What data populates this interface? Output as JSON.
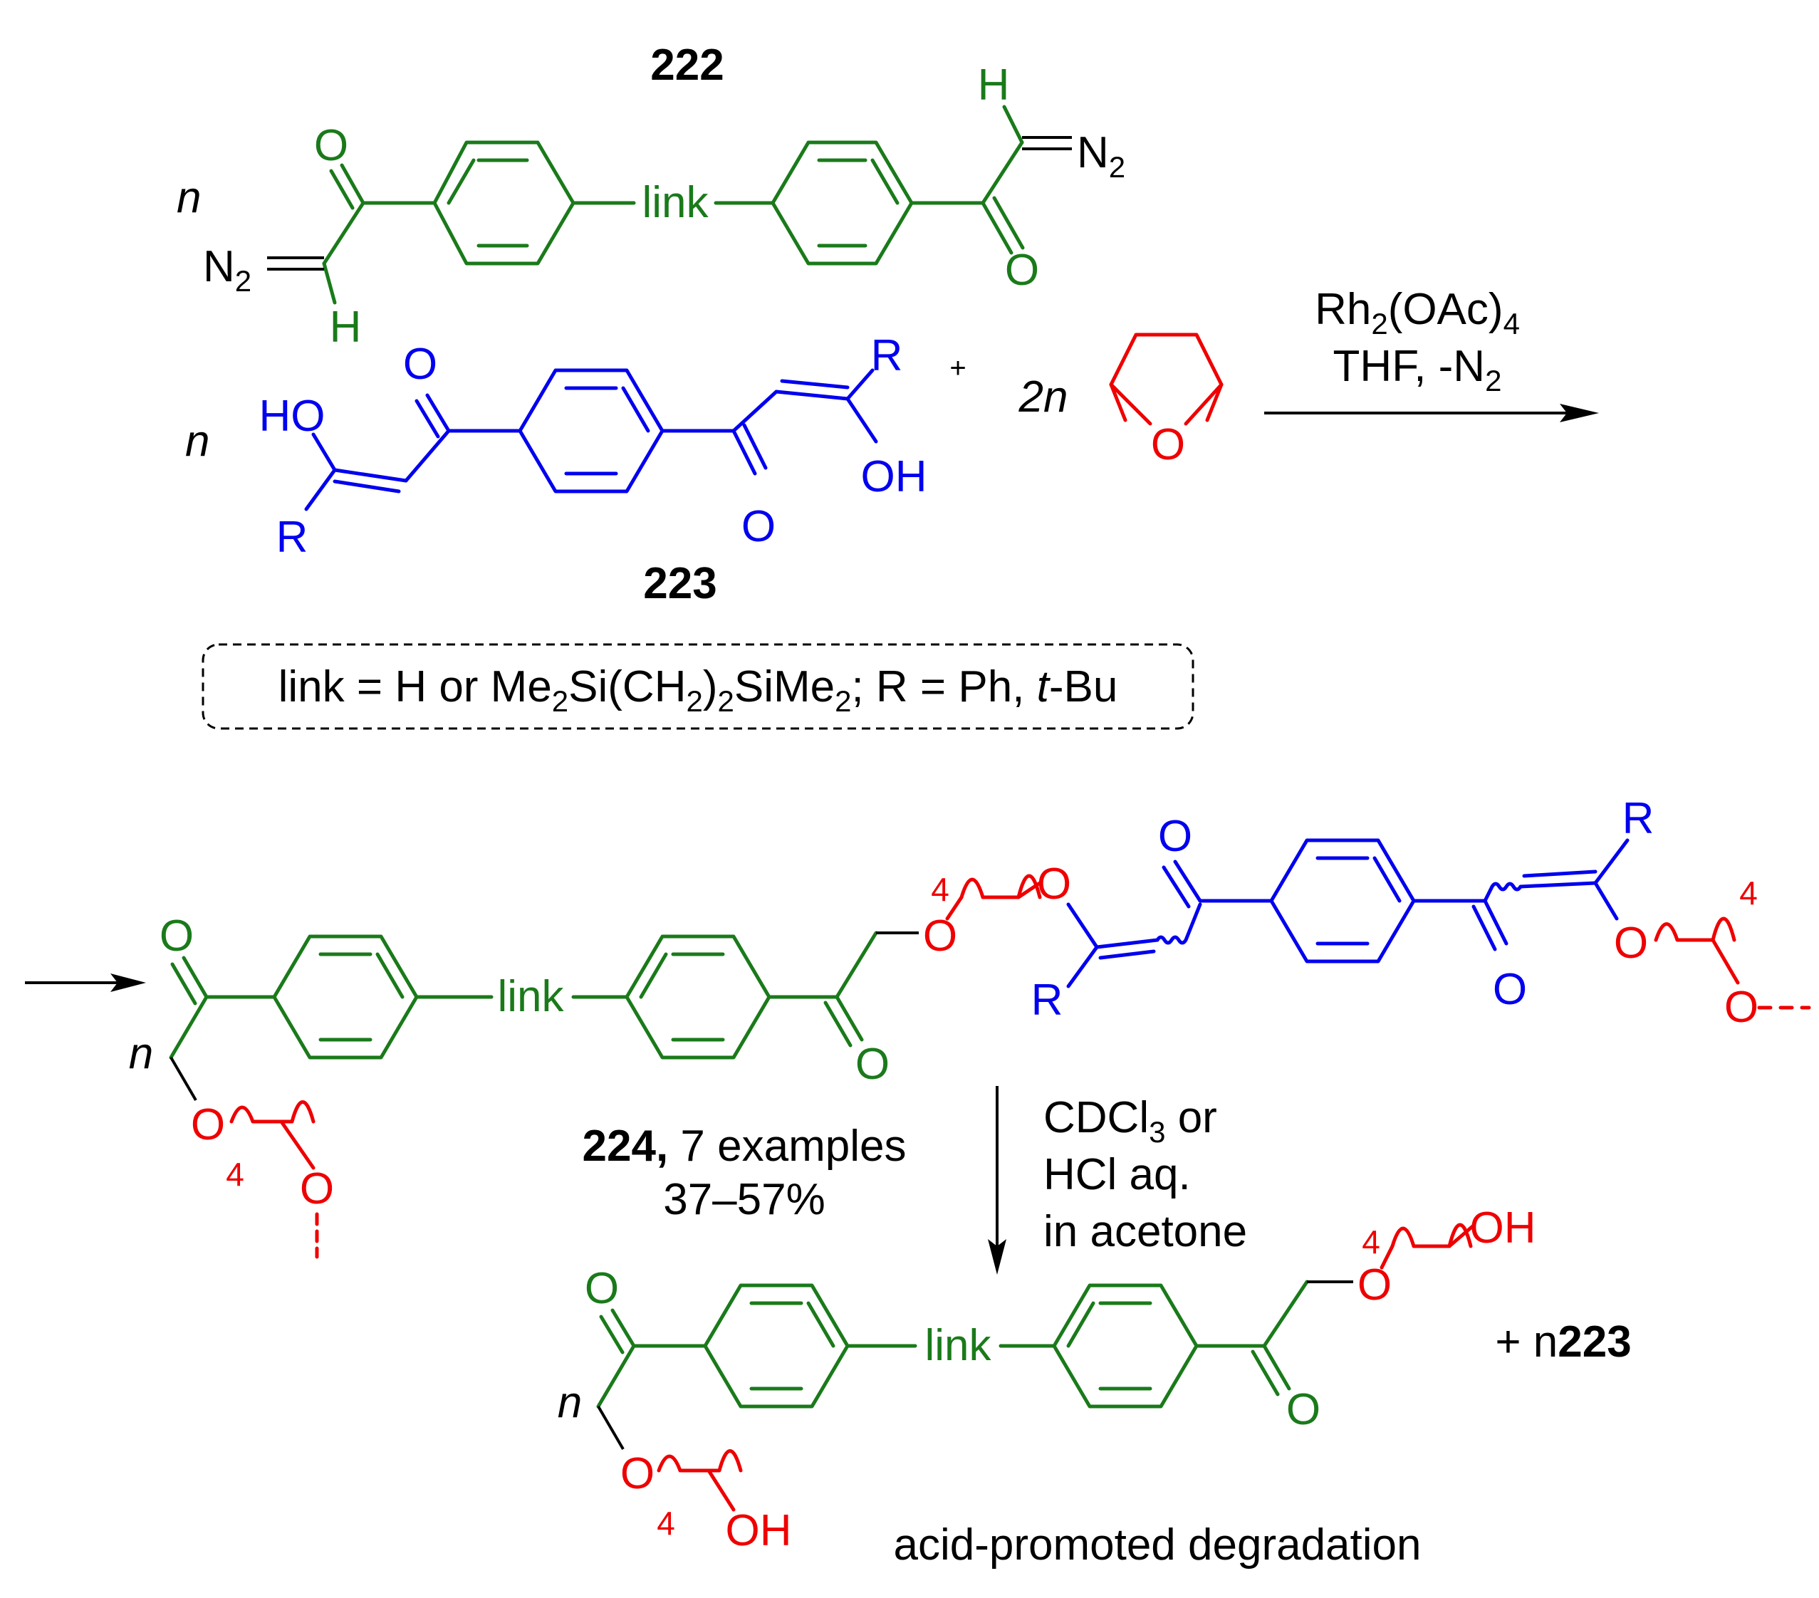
{
  "colors": {
    "green": "#1a7a1a",
    "blue": "#0000ee",
    "red": "#ee0000",
    "black": "#000000"
  },
  "compound_222": {
    "number": "222",
    "multiplier": "n",
    "link": "link",
    "N2": "N",
    "N_sub": "2",
    "O": "O",
    "H": "H"
  },
  "compound_223": {
    "number": "223",
    "multiplier": "n",
    "R": "R",
    "OH": "OH",
    "HO": "HO",
    "O": "O"
  },
  "thf": {
    "plus": "+",
    "multiplier": "2n",
    "O": "O"
  },
  "reagents": {
    "line1": "Rh",
    "line1_sub": "2",
    "line1_rest": "(OAc)",
    "line1_sub2": "4",
    "line2": "THF,  -N",
    "line2_sub": "2"
  },
  "definition": {
    "part1": "link = H or Me",
    "sub1": "2",
    "part2": "Si(CH",
    "sub2": "2",
    "part3": ")",
    "sub3": "2",
    "part4": "SiMe",
    "sub4": "2",
    "part5": "; R = Ph, ",
    "italic": "t",
    "part6": "-Bu"
  },
  "product_224": {
    "number": "224,",
    "examples": " 7 examples",
    "yield": "37–57%",
    "multiplier": "n",
    "link": "link",
    "O": "O",
    "R": "R",
    "four": "4"
  },
  "degradation": {
    "cond1": "CDCl",
    "cond1_sub": "3",
    "cond1_rest": " or",
    "cond2": "HCl aq.",
    "cond3": "in acetone",
    "plus_n": "+ n",
    "plus_num": "223",
    "caption": "acid-promoted degradation",
    "multiplier": "n",
    "link": "link",
    "O": "O",
    "OH": "OH",
    "four": "4"
  }
}
